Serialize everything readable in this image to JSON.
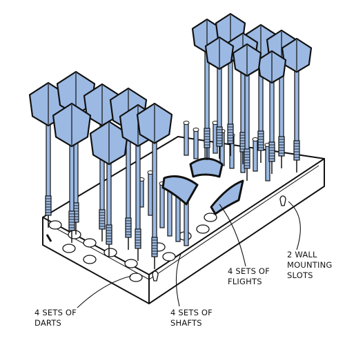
{
  "labels": {
    "darts": {
      "line1": "4 SETS OF",
      "line2": "DARTS"
    },
    "shafts": {
      "line1": "4 SETS OF",
      "line2": "SHAFTS"
    },
    "flights": {
      "line1": "4 SETS OF",
      "line2": "FLIGHTS"
    },
    "slots": {
      "line1": "2 WALL",
      "line2": "MOUNTING",
      "line3": "SLOTS"
    }
  },
  "colors": {
    "flight_fill": "#9bb9e3",
    "shaft_fill": "#9bb9e3",
    "outline": "#111111",
    "stand_fill": "#ffffff",
    "background": "#ffffff"
  }
}
